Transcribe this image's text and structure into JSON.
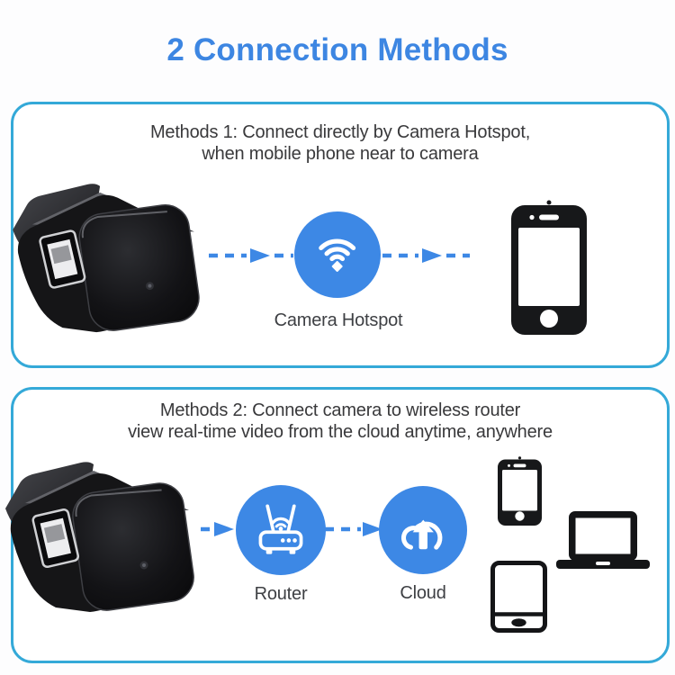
{
  "title": "2 Connection Methods",
  "colors": {
    "title_blue": "#3d86e2",
    "icon_blue": "#3d88e5",
    "panel_border_blue": "#34a9d8",
    "heading_text": "#39393b",
    "device_black": "#141517"
  },
  "methods": [
    {
      "heading_line1": "Methods 1: Connect directly by Camera Hotspot,",
      "heading_line2": "when mobile phone near to camera",
      "flow": [
        "usb-camera-charger",
        "dashed-arrow",
        "wifi-hotspot",
        "dashed-arrow",
        "smartphone"
      ],
      "hotspot_label": "Camera Hotspot"
    },
    {
      "heading_line1": "Methods 2: Connect camera to wireless router",
      "heading_line2": "view real-time video from the cloud anytime, anywhere",
      "flow": [
        "usb-camera-charger",
        "dashed-arrow",
        "router",
        "dashed-arrow",
        "cloud",
        "devices"
      ],
      "router_label": "Router",
      "cloud_label": "Cloud",
      "devices": [
        "smartphone",
        "laptop",
        "tablet"
      ]
    }
  ]
}
